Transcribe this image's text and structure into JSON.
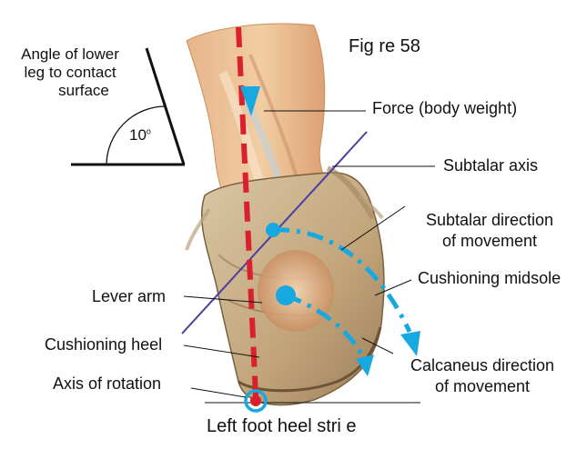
{
  "figure": {
    "title": "Fig re 58",
    "caption": "Left foot heel stri e"
  },
  "angle_inset": {
    "label_lines": [
      "Angle of lower",
      "leg to contact",
      "surface"
    ],
    "angle_value": "10",
    "angle_unit": "o"
  },
  "labels": {
    "force": "Force (body weight)",
    "subtalar_axis": "Subtalar axis",
    "subtalar_dir_1": "Subtalar direction",
    "subtalar_dir_2": "of movement",
    "cushioning_midsole": "Cushioning midsole",
    "lever_arm": "Lever arm",
    "cushioning_heel": "Cushioning heel",
    "calcaneus_dir_1": "Calcaneus direction",
    "calcaneus_dir_2": "of movement",
    "axis_of_rotation": "Axis of rotation"
  },
  "colors": {
    "force_line": "#d9202c",
    "movement_arrows": "#18a8e0",
    "subtalar_axis_line": "#4a3fa0",
    "ink": "#111111"
  }
}
